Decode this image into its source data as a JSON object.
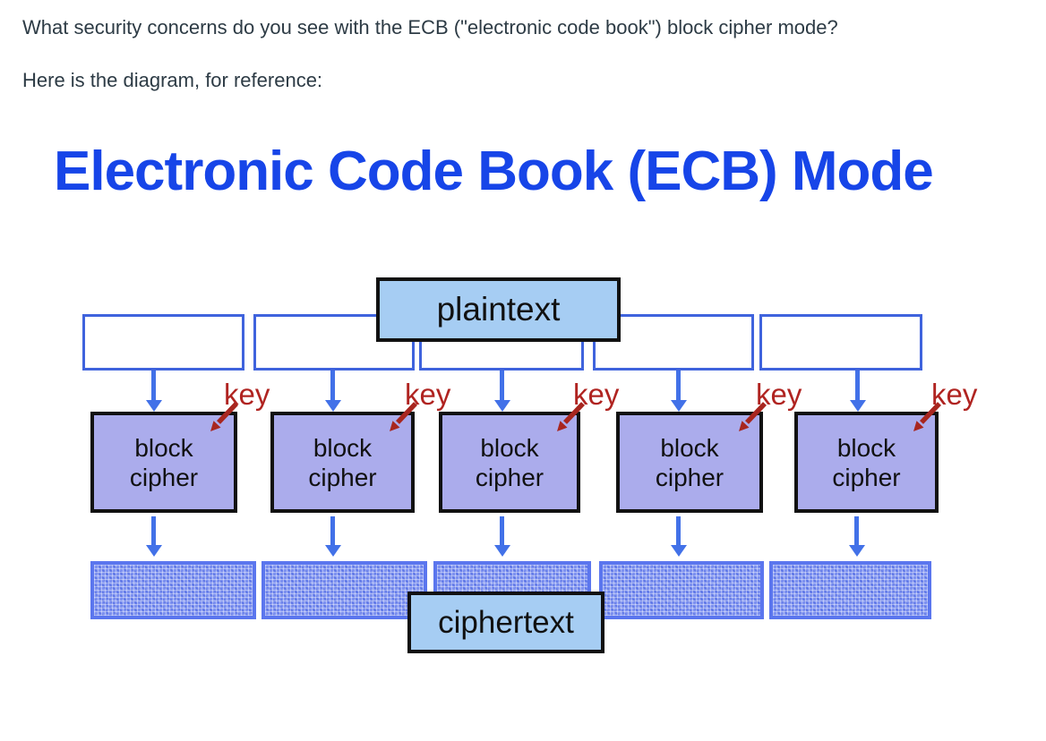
{
  "page": {
    "question_line1": "What security concerns do you see with the ECB (\"electronic code book\") block cipher mode?",
    "question_line2": "Here is the diagram, for reference:"
  },
  "diagram": {
    "title": "Electronic Code Book (ECB) Mode",
    "plaintext_label": "plaintext",
    "ciphertext_label": "ciphertext",
    "key_label": "key",
    "block_cipher_label": [
      "block",
      "cipher"
    ],
    "block_count": 5,
    "colors": {
      "title_blue": "#1745e8",
      "body_text": "#2d3b45",
      "block_outline_blue": "#3f63dd",
      "arrow_blue": "#4271e8",
      "label_box_fill": "#a6cdf3",
      "cipher_box_fill": "#abacec",
      "ciphertext_fill": "#7e92f0",
      "ciphertext_border": "#5b76ee",
      "key_red": "#b02421",
      "box_border_black": "#111111"
    }
  }
}
